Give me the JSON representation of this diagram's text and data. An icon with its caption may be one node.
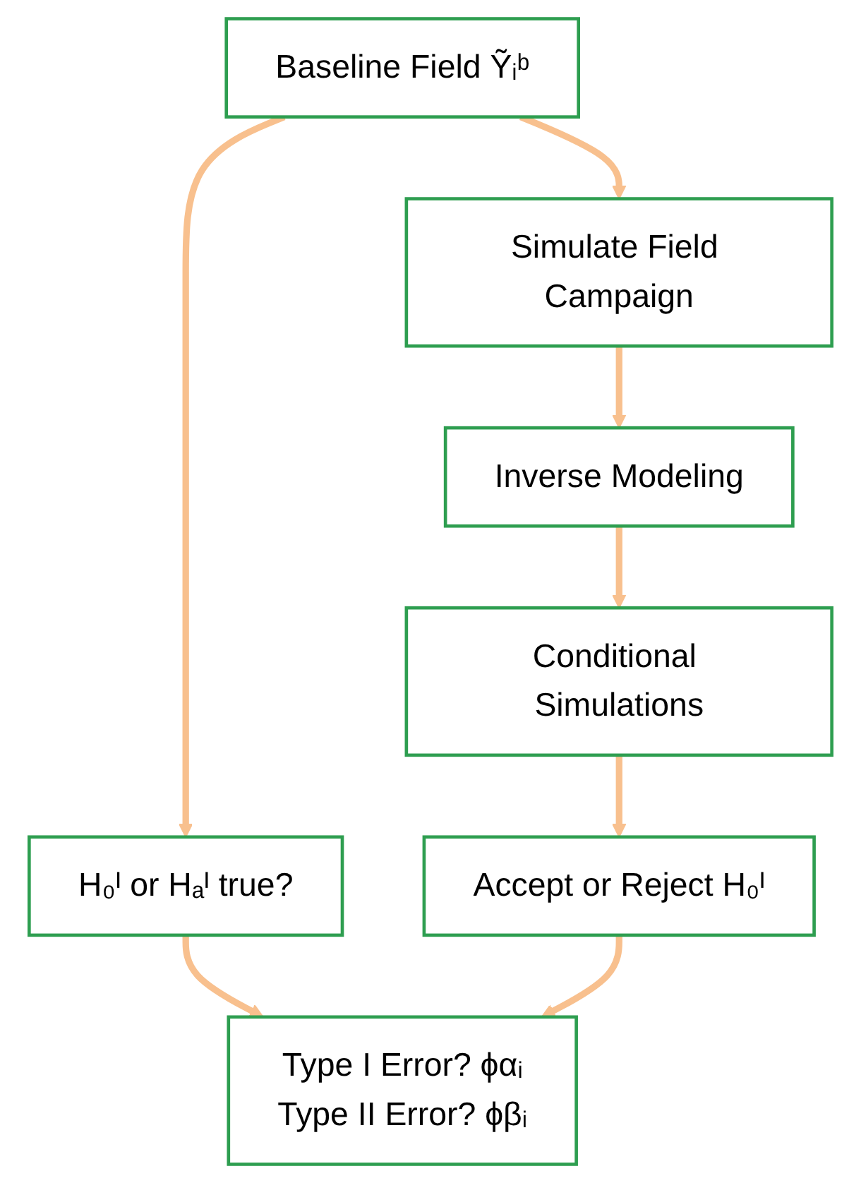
{
  "diagram": {
    "nodes": [
      {
        "text": [
          "Baseline Field Ỹᵢᵇ"
        ]
      },
      {
        "text": [
          "H₀ᴵ or Hₐᴵ true?"
        ]
      },
      {
        "text": [
          "Simulate Field Campaign"
        ]
      },
      {
        "text": [
          "Inverse Modeling"
        ]
      },
      {
        "text": [
          "Conditional Simulations"
        ]
      },
      {
        "text": [
          "Accept or Reject H₀ᴵ"
        ]
      },
      {
        "text": [
          "Type I Error? ϕαᵢ",
          "Type II Error? ϕβᵢ"
        ]
      }
    ],
    "edges": [
      {
        "from": 0,
        "to": 1,
        "arrow": "to"
      },
      {
        "from": 0,
        "to": 2,
        "arrow": "to"
      },
      {
        "from": 2,
        "to": 3,
        "arrow": "to"
      },
      {
        "from": 3,
        "to": 4,
        "arrow": "to"
      },
      {
        "from": 4,
        "to": 5,
        "arrow": "to"
      },
      {
        "from": 1,
        "to": 6,
        "arrow": "to"
      },
      {
        "from": 5,
        "to": 6,
        "arrow": "to"
      }
    ]
  }
}
